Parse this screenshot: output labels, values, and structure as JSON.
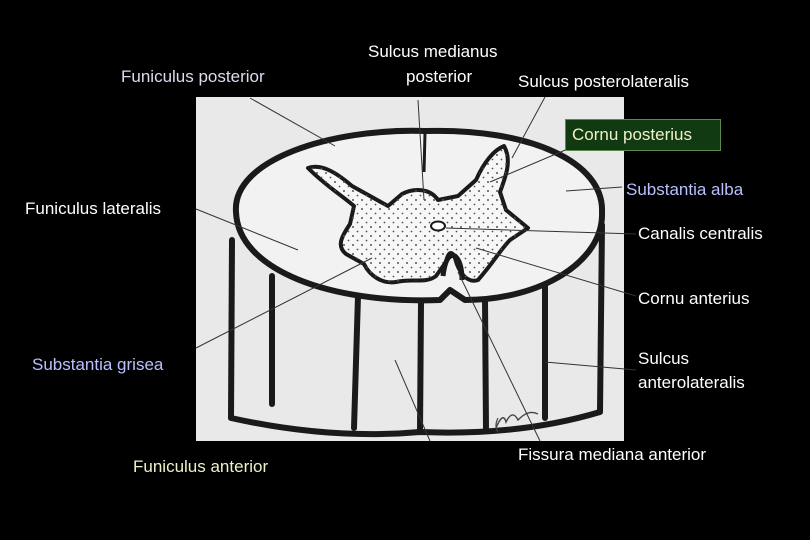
{
  "colors": {
    "background": "#000000",
    "label_light": "#dcdcf0",
    "label_yellow": "#f0f0c8",
    "label_bluish": "#b8c0ff",
    "label_white": "#ffffff",
    "highlight_box": "#123a12"
  },
  "labels": {
    "funiculus_posterior": "Funiculus posterior",
    "sulcus_medianus_posterior_line1": "Sulcus medianus",
    "sulcus_medianus_posterior_line2": "posterior",
    "sulcus_posterolateralis": "Sulcus posterolateralis",
    "cornu_posterius": "Cornu posterius",
    "substantia_alba": "Substantia alba",
    "funiculus_lateralis": "Funiculus lateralis",
    "canalis_centralis": "Canalis centralis",
    "cornu_anterius": "Cornu anterius",
    "substantia_grisea": "Substantia grisea",
    "sulcus_anterolateralis_line1": "Sulcus",
    "sulcus_anterolateralis_line2": "anterolateralis",
    "funiculus_anterior": "Funiculus anterior",
    "fissura_mediana_anterior": "Fissura mediana anterior"
  }
}
